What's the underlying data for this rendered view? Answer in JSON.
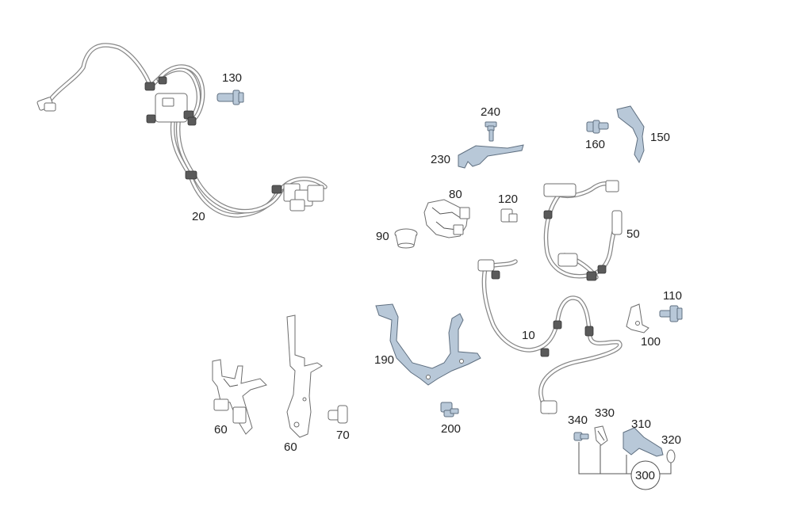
{
  "callouts": {
    "c20": "20",
    "c130": "130",
    "c240": "240",
    "c230": "230",
    "c160": "160",
    "c150": "150",
    "c80": "80",
    "c120": "120",
    "c90": "90",
    "c50": "50",
    "c110": "110",
    "c100": "100",
    "c10": "10",
    "c190": "190",
    "c200": "200",
    "c60a": "60",
    "c60b": "60",
    "c70": "70",
    "c340": "340",
    "c330": "330",
    "c310": "310",
    "c320": "320",
    "c300": "300"
  },
  "colors": {
    "part_fill": "#b8c8d8",
    "part_stroke": "#5f6f80",
    "line_art": "#6d6d6d",
    "text": "#222222"
  }
}
